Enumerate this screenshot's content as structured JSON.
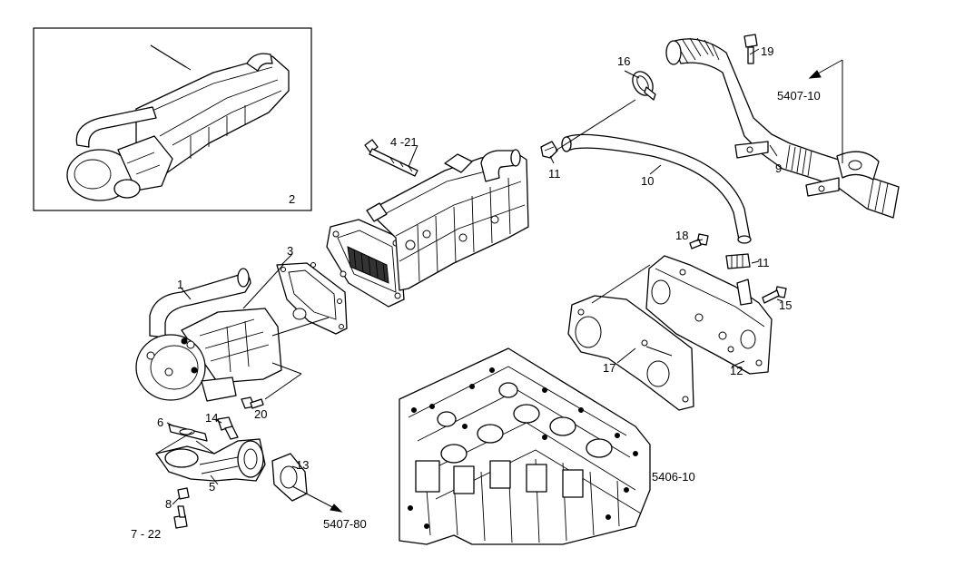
{
  "callouts": {
    "c1": "1",
    "c2": "2",
    "c3": "3",
    "c4_21": "4 -21",
    "c5": "5",
    "c6": "6",
    "c7_22": "7 - 22",
    "c8": "8",
    "c9": "9",
    "c10": "10",
    "c11a": "11",
    "c11b": "11",
    "c12": "12",
    "c13": "13",
    "c14": "14",
    "c15": "15",
    "c16": "16",
    "c17": "17",
    "c18": "18",
    "c19": "19",
    "c20": "20"
  },
  "references": {
    "ref_5407_10": "5407-10",
    "ref_5407_80": "5407-80",
    "ref_5406_10": "5406-10"
  }
}
